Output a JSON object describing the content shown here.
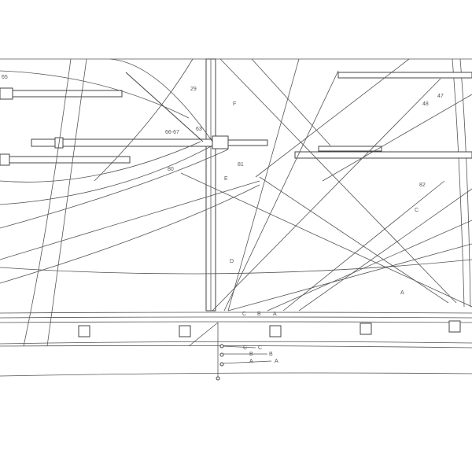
{
  "drawing": {
    "title": "Ship rigging plan (detail)",
    "labels": {
      "l65": "65",
      "l29": "29",
      "l66_67": "66-67",
      "l63": "63",
      "l80": "80",
      "l81": "81",
      "lE": "E",
      "lF": "F",
      "lD": "D",
      "l82": "82",
      "lC_right": "C",
      "lA_right": "A",
      "l48": "48",
      "l47": "47",
      "rail_C": "C",
      "rail_B": "B",
      "rail_A": "A",
      "hull_C1": "C",
      "hull_C2": "C",
      "hull_B1": "B",
      "hull_B2": "B",
      "hull_A1": "A",
      "hull_A2": "A"
    },
    "line_color": "#555555",
    "background": "#ffffff"
  }
}
